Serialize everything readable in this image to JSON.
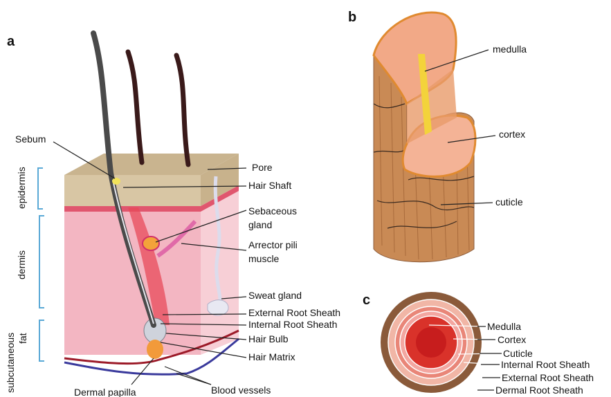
{
  "panels": {
    "a": "a",
    "b": "b",
    "c": "c"
  },
  "side_labels": {
    "epidermis": "epidermis",
    "dermis": "dermis",
    "subcutaneous_line1": "subcutaneous",
    "subcutaneous_line2": "fat"
  },
  "panel_a_labels": {
    "sebum": "Sebum",
    "pore": "Pore",
    "hair_shaft": "Hair Shaft",
    "sebaceous_line1": "Sebaceous",
    "sebaceous_line2": "gland",
    "arrector_line1": "Arrector pili",
    "arrector_line2": "muscle",
    "sweat_gland": "Sweat gland",
    "external_root_sheath": "External Root Sheath",
    "internal_root_sheath": "Internal Root Sheath",
    "hair_bulb": "Hair Bulb",
    "hair_matrix": "Hair Matrix",
    "dermal_papilla": "Dermal papilla",
    "blood_vessels": "Blood vessels"
  },
  "panel_b_labels": {
    "medulla": "medulla",
    "cortex": "cortex",
    "cuticle": "cuticle"
  },
  "panel_c_labels": {
    "medulla": "Medulla",
    "cortex": "Cortex",
    "cuticle": "Cuticle",
    "internal_root_sheath": "Internal Root Sheath",
    "external_root_sheath": "External Root Sheath",
    "dermal_root_sheath": "Dermal Root Sheath"
  },
  "colors": {
    "skin_surface": "#c9b48f",
    "epidermis_front": "#d8c6a4",
    "dermis": "#f3b6c2",
    "dermis_light": "#f7cfd6",
    "hair": "#2b2b2b",
    "hair_shaft_b": "#c98a55",
    "cut_face": "#f2a987",
    "medulla_core": "#f3d33b",
    "cross_outer": "#8a5a3a",
    "cross_red": "#d9322a",
    "bracket": "#5aa9d6"
  }
}
